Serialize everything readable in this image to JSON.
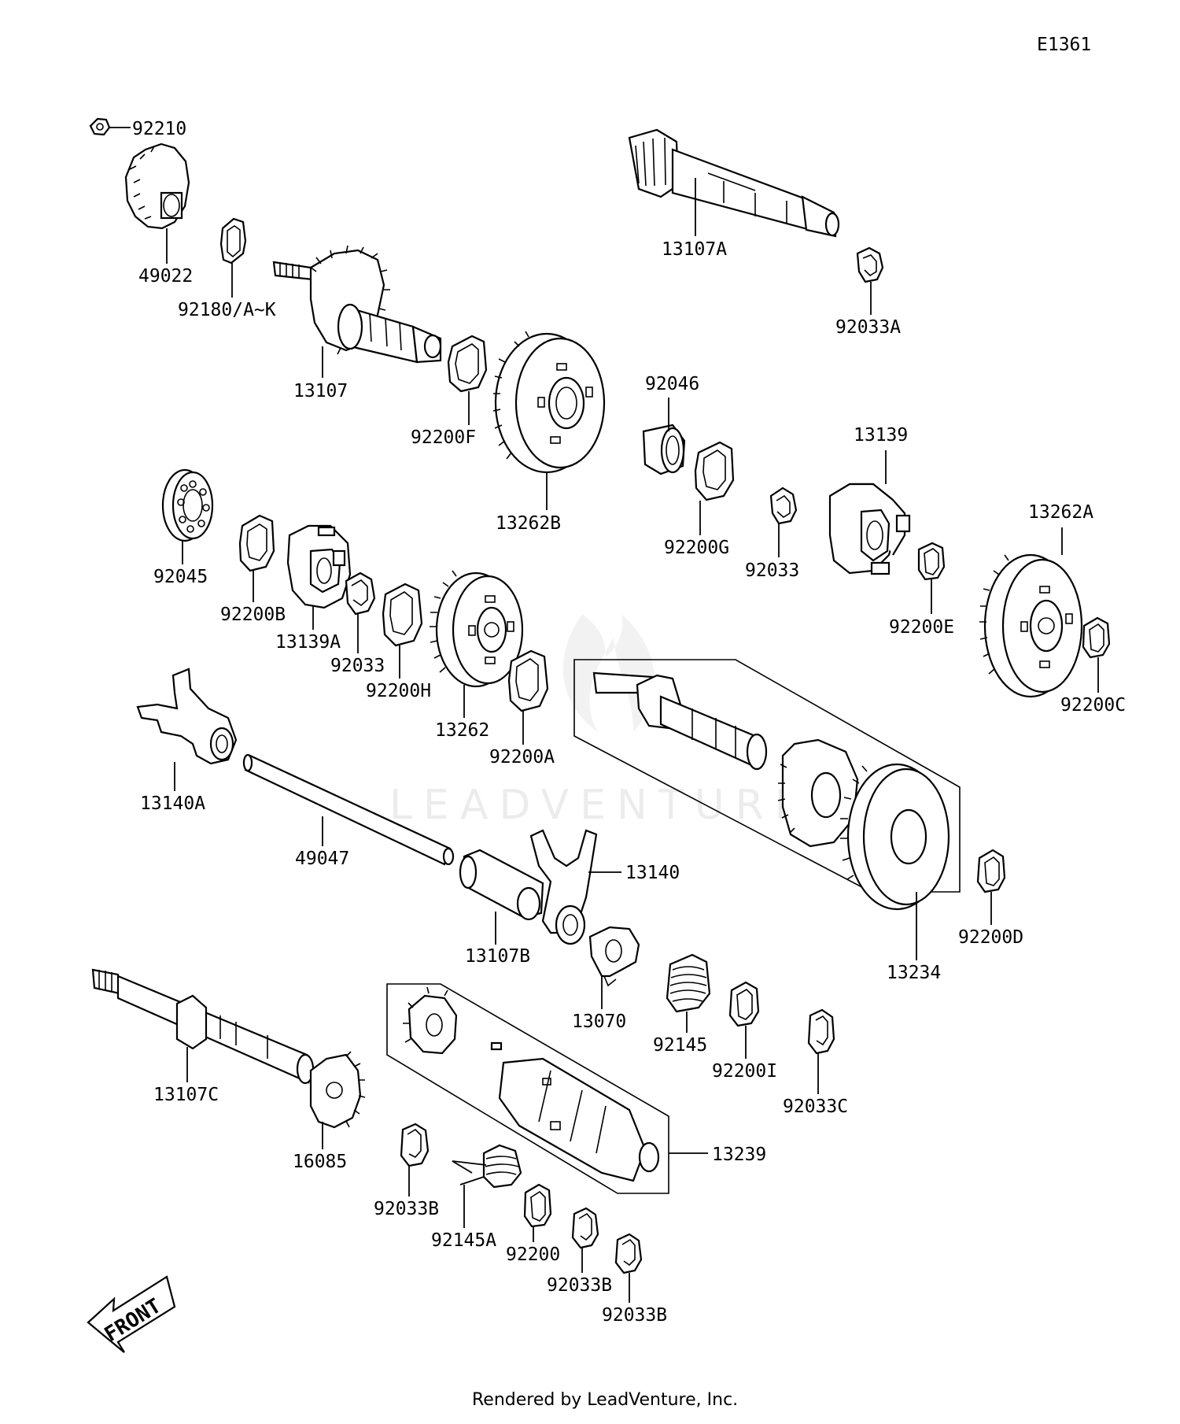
{
  "diagram_id": "E1361",
  "footer": "Rendered by LeadVenture, Inc.",
  "watermark": "LEADVENTURE",
  "front_label": "FRONT",
  "parts": [
    {
      "id": "p-92210",
      "label": "92210"
    },
    {
      "id": "p-49022",
      "label": "49022"
    },
    {
      "id": "p-92180",
      "label": "92180/A~K"
    },
    {
      "id": "p-13107",
      "label": "13107"
    },
    {
      "id": "p-92200F",
      "label": "92200F"
    },
    {
      "id": "p-13262B",
      "label": "13262B"
    },
    {
      "id": "p-13107A",
      "label": "13107A"
    },
    {
      "id": "p-92033A",
      "label": "92033A"
    },
    {
      "id": "p-92046",
      "label": "92046"
    },
    {
      "id": "p-92200G",
      "label": "92200G"
    },
    {
      "id": "p-13139",
      "label": "13139"
    },
    {
      "id": "p-92033-r",
      "label": "92033"
    },
    {
      "id": "p-13262A",
      "label": "13262A"
    },
    {
      "id": "p-92200E",
      "label": "92200E"
    },
    {
      "id": "p-92200C",
      "label": "92200C"
    },
    {
      "id": "p-92045",
      "label": "92045"
    },
    {
      "id": "p-92200B",
      "label": "92200B"
    },
    {
      "id": "p-13139A",
      "label": "13139A"
    },
    {
      "id": "p-92033-l",
      "label": "92033"
    },
    {
      "id": "p-92200H",
      "label": "92200H"
    },
    {
      "id": "p-13262",
      "label": "13262"
    },
    {
      "id": "p-92200A",
      "label": "92200A"
    },
    {
      "id": "p-13140A",
      "label": "13140A"
    },
    {
      "id": "p-49047",
      "label": "49047"
    },
    {
      "id": "p-13140",
      "label": "13140"
    },
    {
      "id": "p-13107B",
      "label": "13107B"
    },
    {
      "id": "p-13070",
      "label": "13070"
    },
    {
      "id": "p-13234",
      "label": "13234"
    },
    {
      "id": "p-92200D",
      "label": "92200D"
    },
    {
      "id": "p-92145",
      "label": "92145"
    },
    {
      "id": "p-92200I",
      "label": "92200I"
    },
    {
      "id": "p-92033C",
      "label": "92033C"
    },
    {
      "id": "p-13107C",
      "label": "13107C"
    },
    {
      "id": "p-16085",
      "label": "16085"
    },
    {
      "id": "p-13239",
      "label": "13239"
    },
    {
      "id": "p-92033B-1",
      "label": "92033B"
    },
    {
      "id": "p-92145A",
      "label": "92145A"
    },
    {
      "id": "p-92200",
      "label": "92200"
    },
    {
      "id": "p-92033B-2",
      "label": "92033B"
    },
    {
      "id": "p-92033B-3",
      "label": "92033B"
    }
  ]
}
